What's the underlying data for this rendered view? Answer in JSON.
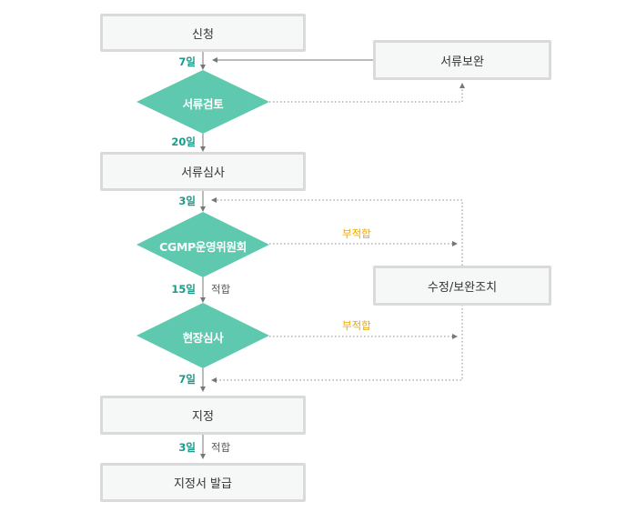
{
  "nodes": {
    "apply": "신청",
    "doc_supplement": "서류보완",
    "doc_review": "서류검토",
    "doc_exam": "서류심사",
    "committee": "CGMP운영위원회",
    "fix": "수정/보완조치",
    "site_exam": "현장심사",
    "designation": "지정",
    "issue": "지정서 발급"
  },
  "durations": {
    "d1": "7일",
    "d2": "20일",
    "d3": "3일",
    "d4": "15일",
    "d5": "7일",
    "d6": "3일"
  },
  "results": {
    "pass1": "적합",
    "pass2": "적합",
    "fail1": "부적합",
    "fail2": "부적합"
  },
  "colors": {
    "diamond": "#5ec9ae",
    "box_fill": "#f5f8f6",
    "box_border": "#dadada",
    "duration_text": "#1a9a8a",
    "fail_text": "#f0a500",
    "connector": "#777777"
  }
}
